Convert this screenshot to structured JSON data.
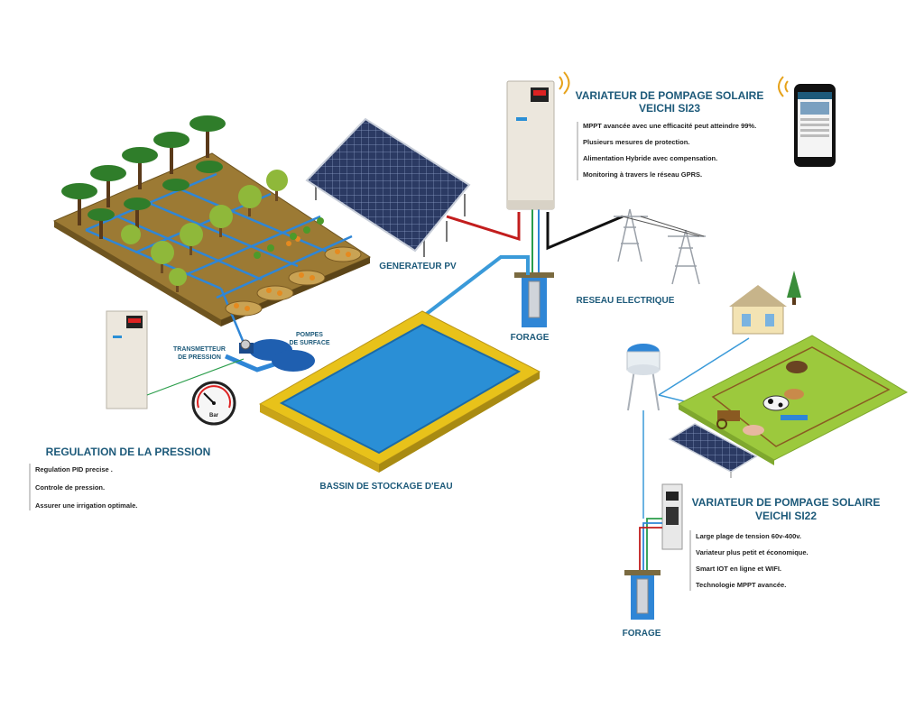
{
  "vfd_si23": {
    "title_line1": "VARIATEUR DE POMPAGE SOLAIRE",
    "title_line2": "VEICHI SI23",
    "features": [
      "MPPT avancée avec une efficacité peut atteindre 99%.",
      "Plusieurs mesures de protection.",
      "Alimentation Hybride avec compensation.",
      "Monitoring à travers le réseau GPRS."
    ]
  },
  "vfd_si22": {
    "title_line1": "VARIATEUR DE POMPAGE SOLAIRE",
    "title_line2": "VEICHI SI22",
    "features": [
      "Large plage de tension 60v-400v.",
      "Variateur plus petit et économique.",
      "Smart IOT en ligne et WIFI.",
      "Technologie MPPT avancée."
    ]
  },
  "pressure": {
    "title": "REGULATION DE LA PRESSION",
    "features": [
      "Regulation PID precise .",
      "Controle de pression.",
      "Assurer une irrigation optimale."
    ]
  },
  "labels": {
    "pv_generator": "GENERATEUR PV",
    "grid": "RESEAU ELECTRIQUE",
    "borehole_top": "FORAGE",
    "borehole_bottom": "FORAGE",
    "basin": "BASSIN DE STOCKAGE D'EAU",
    "transmitter_line1": "TRANSMETTEUR",
    "transmitter_line2": "DE PRESSION",
    "pumps_line1": "POMPES",
    "pumps_line2": "DE SURFACE",
    "gauge_unit": "Bar"
  },
  "colors": {
    "title_blue": "#1d5a7a",
    "pipe_blue": "#3a9ad9",
    "water": "#2a8fd6",
    "basin_rim": "#e8c21a",
    "earth": "#8a6a28",
    "grass": "#9cc93d",
    "solar_panel": "#2b3a63",
    "cable_red": "#c21d1d",
    "cable_black": "#111111",
    "cable_green": "#2a9d4a",
    "inverter_body": "#ece7dd"
  }
}
